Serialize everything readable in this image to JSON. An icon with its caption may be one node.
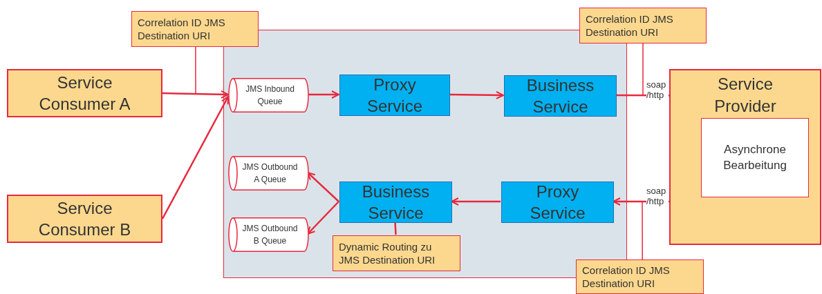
{
  "diagram": {
    "nodes": [
      {
        "text": [
          "Service Consumer A"
        ]
      },
      {
        "text": [
          "Service Consumer B"
        ]
      },
      {
        "text": [],
        "shape": "box"
      },
      {
        "text": [
          "JMS Inbound Queue"
        ],
        "in": 2
      },
      {
        "text": [
          "Proxy Service"
        ],
        "in": 2
      },
      {
        "text": [
          "Business Service"
        ],
        "in": 2
      },
      {
        "text": [
          "JMS Outbound A Queue"
        ],
        "in": 2
      },
      {
        "text": [
          "JMS Outbound B Queue"
        ],
        "in": 2
      },
      {
        "text": [
          "Business Service"
        ],
        "in": 2
      },
      {
        "text": [
          "Proxy Service"
        ],
        "in": 2
      },
      {
        "text": [
          "Service Provider"
        ]
      },
      {
        "text": [
          "Asynchrone Bearbeitung"
        ],
        "in": 10
      },
      {
        "text": [
          "Correlation ID JMS Destination URI"
        ]
      },
      {
        "text": [
          "Correlation ID JMS Destination URI"
        ]
      },
      {
        "text": [
          "Dynamic Routing zu JMS Destination URI"
        ],
        "in": 2
      },
      {
        "text": [
          "Correlation ID JMS Destination URI"
        ]
      }
    ],
    "edges": [
      {
        "from": 0,
        "to": 3,
        "arrow": "to"
      },
      {
        "from": 1,
        "to": 3,
        "arrow": "to"
      },
      {
        "from": 3,
        "to": 4,
        "arrow": "to"
      },
      {
        "from": 4,
        "to": 5,
        "arrow": "to"
      },
      {
        "from": 5,
        "to": 10,
        "arrow": "to",
        "label": "soap /http"
      },
      {
        "from": 10,
        "to": 9,
        "arrow": "to",
        "label": "soap /http"
      },
      {
        "from": 9,
        "to": 8,
        "arrow": "to"
      },
      {
        "from": 8,
        "to": 6,
        "arrow": "to"
      },
      {
        "from": 8,
        "to": 7,
        "arrow": "to"
      },
      {
        "from": 14,
        "to": 8,
        "arrow": "none"
      },
      {
        "from": 12,
        "to": null,
        "arrow": "none"
      },
      {
        "from": 13,
        "to": null,
        "arrow": "none"
      },
      {
        "from": 15,
        "to": null,
        "arrow": "none"
      }
    ]
  }
}
